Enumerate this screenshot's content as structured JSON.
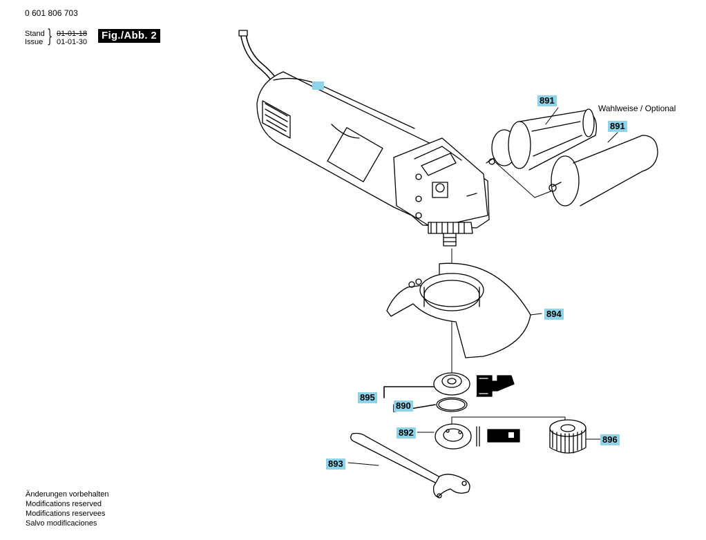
{
  "header": {
    "doc_number": "0 601 806 703",
    "stand_label": "Stand",
    "issue_label": "Issue",
    "stand_date": "01-01-18",
    "issue_date": "01-01-30",
    "figure_label": "Fig./Abb. 2"
  },
  "annotation": {
    "optional": "Wahlweise / Optional"
  },
  "callouts": {
    "handle_a": "891",
    "handle_b": "891",
    "guard": "894",
    "flange_set": "895",
    "o_ring": "890",
    "clamp_nut": "892",
    "spanner": "893",
    "quick_nut": "896"
  },
  "footer": {
    "line1": "Änderungen vorbehalten",
    "line2": "Modifications reserved",
    "line3": "Modifications reservees",
    "line4": "Salvo modificaciones"
  },
  "colors": {
    "callout_bg": "#8fd3e8",
    "ink": "#000000"
  }
}
